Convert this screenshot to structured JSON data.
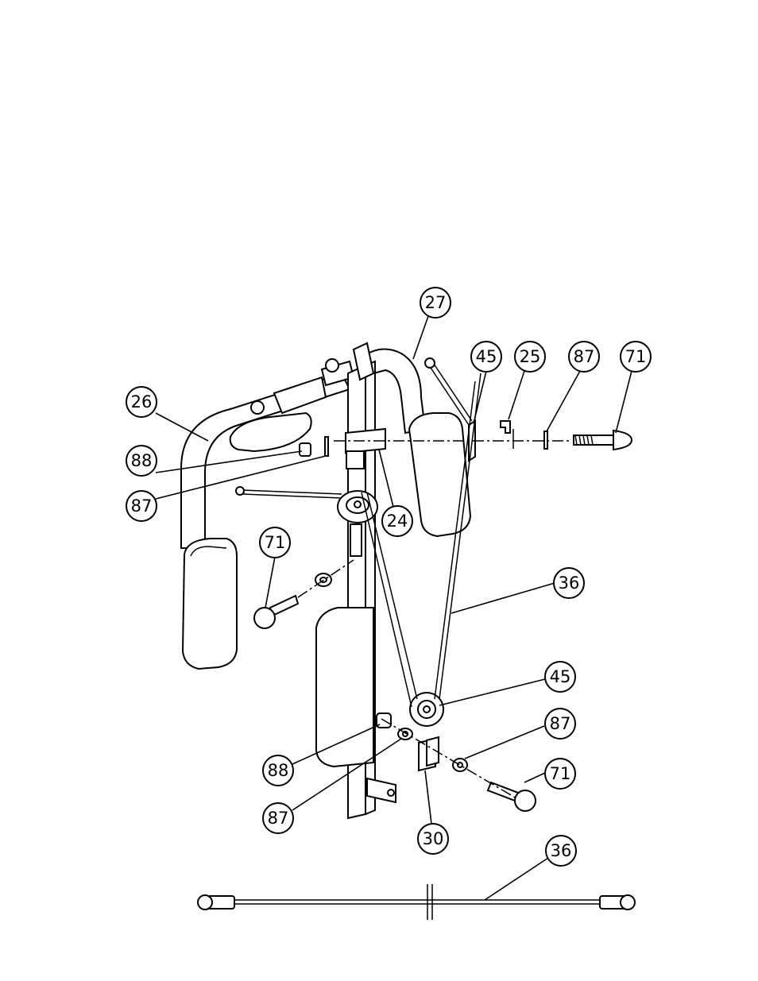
{
  "callouts": [
    {
      "id": "c-27",
      "label": "27"
    },
    {
      "id": "c-45-top",
      "label": "45"
    },
    {
      "id": "c-25",
      "label": "25"
    },
    {
      "id": "c-87-top",
      "label": "87"
    },
    {
      "id": "c-71-top",
      "label": "71"
    },
    {
      "id": "c-26",
      "label": "26"
    },
    {
      "id": "c-88-top",
      "label": "88"
    },
    {
      "id": "c-87-left",
      "label": "87"
    },
    {
      "id": "c-24",
      "label": "24"
    },
    {
      "id": "c-71-left",
      "label": "71"
    },
    {
      "id": "c-36-mid",
      "label": "36"
    },
    {
      "id": "c-45-bottom",
      "label": "45"
    },
    {
      "id": "c-87-right",
      "label": "87"
    },
    {
      "id": "c-71-right",
      "label": "71"
    },
    {
      "id": "c-88-bottom",
      "label": "88"
    },
    {
      "id": "c-87-bottom",
      "label": "87"
    },
    {
      "id": "c-30",
      "label": "30"
    },
    {
      "id": "c-36-bottom",
      "label": "36"
    }
  ]
}
